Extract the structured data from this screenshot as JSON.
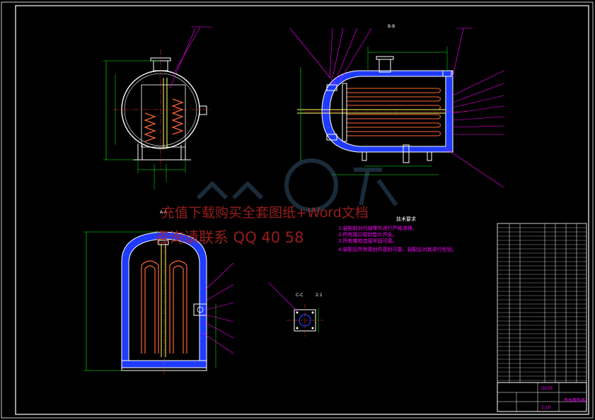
{
  "watermark": {
    "line1": "充值下载购买全套图纸+Word文档",
    "line2": "咨询请联系 QQ 40     58"
  },
  "views": {
    "section_aa": "A-A",
    "section_bb": "B-B",
    "section_cc": "C-C",
    "scale": "2:1"
  },
  "technical_requirements": {
    "title": "技术要求",
    "notes": [
      "1.装配前对内部零件进行严格清理。",
      "2.所有接口密封垫片齐全。",
      "3.所有螺栓连接牢固可靠。",
      "4.装配后所有密封件密封可靠，装配后对其进行检验。"
    ]
  },
  "title_block": {
    "drawing_name": "热水换热器",
    "material": "Q235",
    "scale": "1:10"
  },
  "colors": {
    "background": "#000000",
    "outline": "#ffffff",
    "dimension": "#00ff00",
    "leader": "#ff00ff",
    "insulation": "#1f3bff",
    "coil": "#ff6633",
    "pipe": "#ffff66",
    "centerline": "#ff3333"
  }
}
